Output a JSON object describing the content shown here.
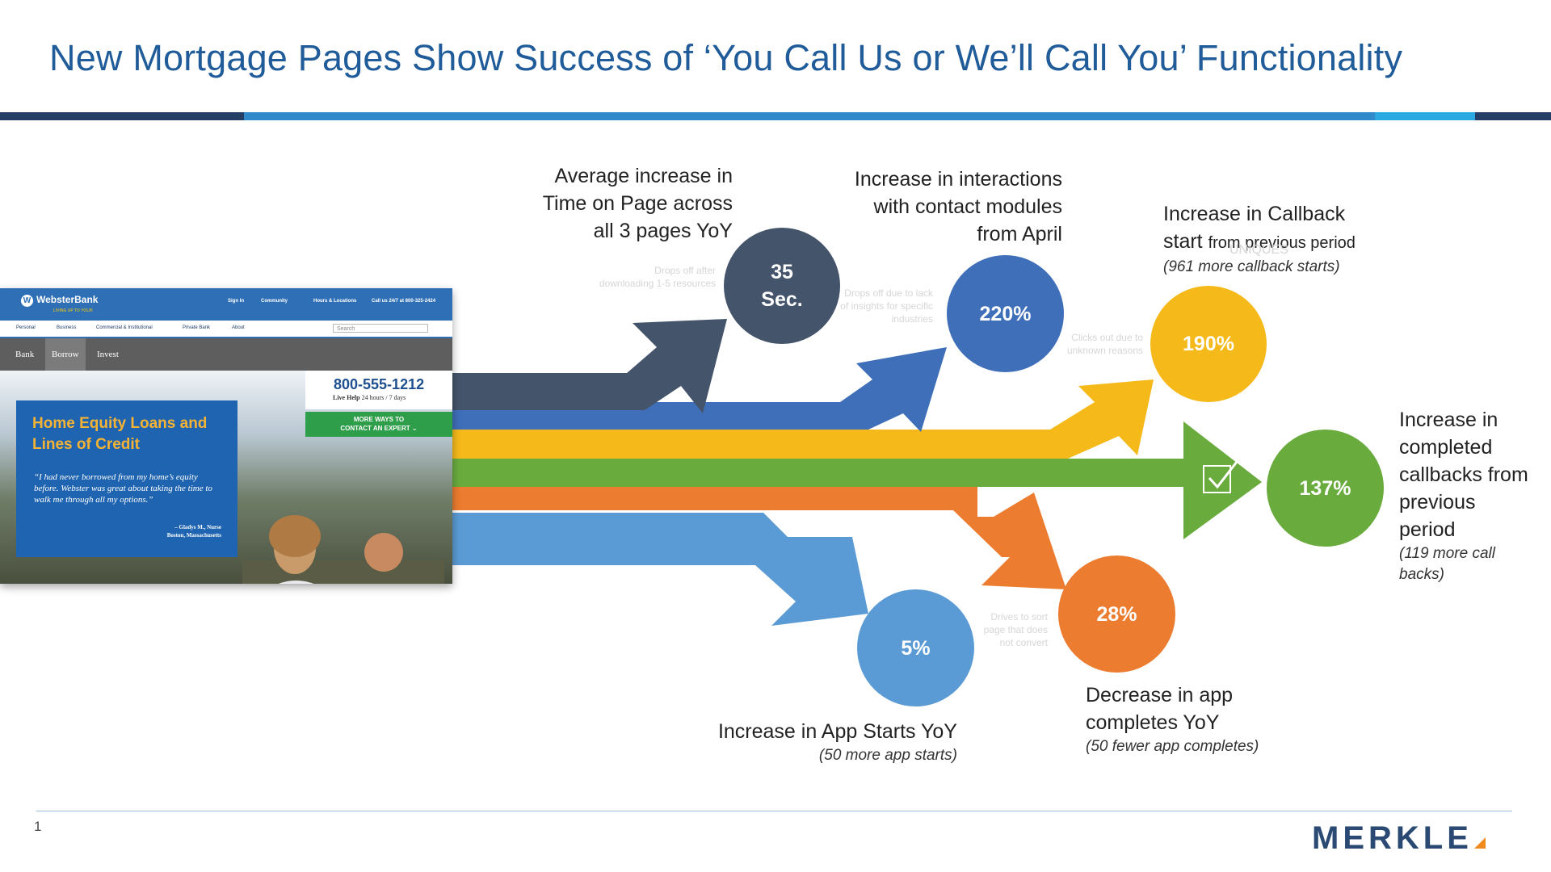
{
  "title": "New Mortgage Pages Show Success of ‘You Call Us or We’ll Call You’ Functionality",
  "colors": {
    "title": "#1f5c99",
    "band_dark": "#243e66",
    "band_mid": "#2e8ac9",
    "band_light": "#2aa9e0",
    "time_on_page": "#44546a",
    "interactions": "#3f6fb9",
    "callback_start": "#f5b91a",
    "completed_callbacks": "#6aab3e",
    "app_completes": "#ec7c30",
    "app_starts": "#5b9bd5"
  },
  "stats": {
    "time_on_page": {
      "label_lines": [
        "Average increase in",
        "Time on Page across",
        "all 3 pages YoY"
      ],
      "bubble_lines": [
        "35",
        "Sec."
      ],
      "faint_lines": [
        "Drops off after",
        "downloading 1-5 resources"
      ]
    },
    "interactions": {
      "label_lines": [
        "Increase in interactions",
        "with contact modules",
        "from April"
      ],
      "bubble": "220%",
      "faint_lines": [
        "Drops off due to lack",
        "of insights for specific",
        "industries"
      ]
    },
    "callback_start": {
      "label_line1": "Increase in Callback",
      "label_line2a": "start",
      "label_line2b": "from previous period",
      "note": "(961 more callback starts)",
      "bubble": "190%",
      "faint_lines": [
        "Clicks out due to",
        "unknown reasons"
      ],
      "faint_overlay": "UNIQUES"
    },
    "completed_callbacks": {
      "label_lines": [
        "Increase in",
        "completed",
        "callbacks from",
        "previous",
        "period"
      ],
      "note": "(119 more call backs)",
      "bubble": "137%",
      "icon": "checkbox-check-icon"
    },
    "app_completes": {
      "label_lines": [
        "Decrease in app",
        "completes YoY"
      ],
      "note": "(50 fewer app completes)",
      "bubble": "28%",
      "faint_lines": [
        "Drives to sort",
        "page that does",
        "not convert"
      ]
    },
    "app_starts": {
      "label": "Increase in App Starts YoY",
      "note": "(50 more app starts)",
      "bubble": "5%"
    }
  },
  "website": {
    "brand": "WebsterBank",
    "tagline": "LIVING UP TO YOU®",
    "utility_links": [
      "Sign In",
      "Community",
      "Hours & Locations",
      "Call us 24/7 at 800-325-2424"
    ],
    "nav_items": [
      "Personal",
      "Business",
      "Commercial & Institutional",
      "Private Bank",
      "About"
    ],
    "search_placeholder": "Search",
    "tabs": [
      "Bank",
      "Borrow",
      "Invest"
    ],
    "hero_heading": "Home Equity Loans and Lines of Credit",
    "quote": "“I had never borrowed from my home’s equity before. Webster was great about taking the time to walk me through all my options.”",
    "attribution_line1": "– Gladys M., Nurse",
    "attribution_line2": "Boston, Massachusetts",
    "phone": "800-555-1212",
    "live_help": "Live Help",
    "live_help_hours": "24 hours / 7 days",
    "more_ways_line1": "MORE WAYS TO",
    "more_ways_line2": "CONTACT AN EXPERT"
  },
  "footer": {
    "page_number": "1",
    "logo": "MERKLE"
  }
}
